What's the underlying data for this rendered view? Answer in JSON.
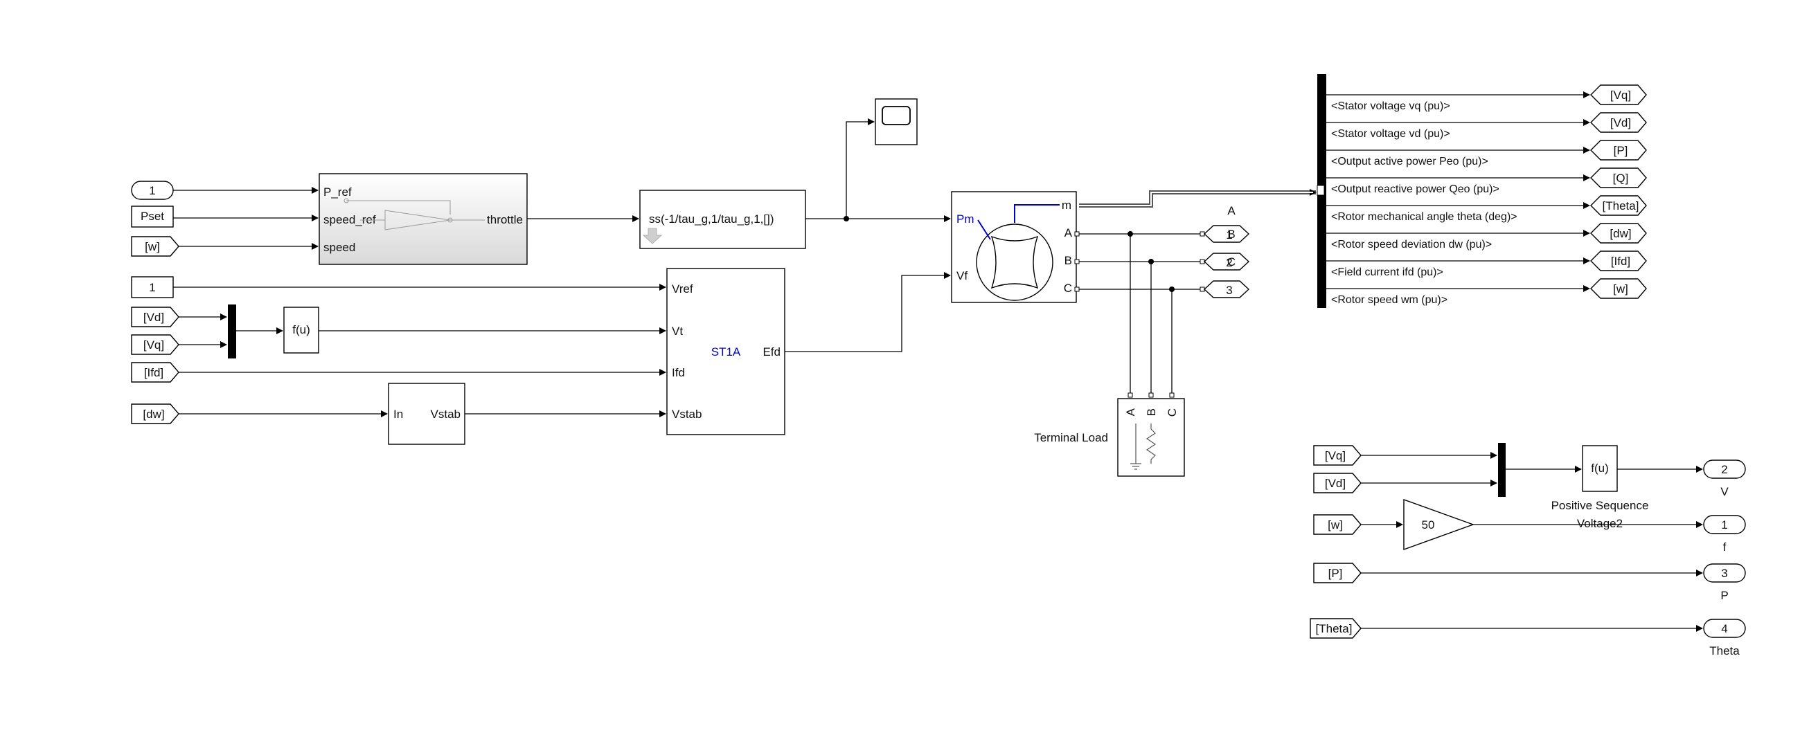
{
  "diagram": {
    "inports": {
      "pref_const": "1",
      "pset_from": "Pset",
      "w_from": "[w]",
      "vref_const": "1",
      "vd_from": "[Vd]",
      "vq_from": "[Vq]",
      "ifd_from": "[Ifd]",
      "dw_from": "[dw]"
    },
    "governor": {
      "ports_in": [
        "P_ref",
        "speed_ref",
        "speed"
      ],
      "port_out": "throttle"
    },
    "state_space": {
      "label": "ss(-1/tau_g,1/tau_g,1,[])"
    },
    "fcn_left": {
      "label": "f(u)"
    },
    "exciter": {
      "title": "ST1A",
      "ports_in": [
        "Vref",
        "Vt",
        "Ifd",
        "Vstab"
      ],
      "port_out": "Efd"
    },
    "pss": {
      "port_in": "In",
      "port_out": "Vstab"
    },
    "machine": {
      "ports_in": [
        "Pm",
        "Vf"
      ],
      "ports_out": [
        "m",
        "A",
        "B",
        "C"
      ]
    },
    "terminal_goto": {
      "letters": [
        "A",
        "B",
        "C"
      ],
      "numbers": [
        "1",
        "2",
        "3"
      ]
    },
    "load": {
      "label": "Terminal Load",
      "ports": [
        "A",
        "B",
        "C"
      ]
    },
    "bus_selector": {
      "signals": [
        "<Stator voltage  vq (pu)>",
        "<Stator voltage  vd (pu)>",
        "<Output active power   Peo (pu)>",
        "<Output reactive power  Qeo (pu)>",
        "<Rotor mechanical angle  theta (deg)>",
        "<Rotor speed deviation  dw (pu)>",
        "<Field current  ifd (pu)>",
        "<Rotor speed  wm (pu)>"
      ],
      "gotos": [
        "[Vq]",
        "[Vd]",
        "[P]",
        "[Q]",
        "[Theta]",
        "[dw]",
        "[Ifd]",
        "[w]"
      ]
    },
    "outputs": {
      "vq_from": "[Vq]",
      "vd_from": "[Vd]",
      "fcn_label": "f(u)",
      "fcn_caption_line1": "Positive Sequence",
      "fcn_caption_line2": "Voltage2",
      "w_from": "[w]",
      "gain_value": "50",
      "p_from": "[P]",
      "theta_from": "[Theta]",
      "outports": [
        {
          "number": "2",
          "name": "V"
        },
        {
          "number": "1",
          "name": "f"
        },
        {
          "number": "3",
          "name": "P"
        },
        {
          "number": "4",
          "name": "Theta"
        }
      ]
    },
    "colors": {
      "accent_blue": "#0000c8",
      "block_shadow": "#c8c8c8",
      "wire": "#000000"
    }
  }
}
